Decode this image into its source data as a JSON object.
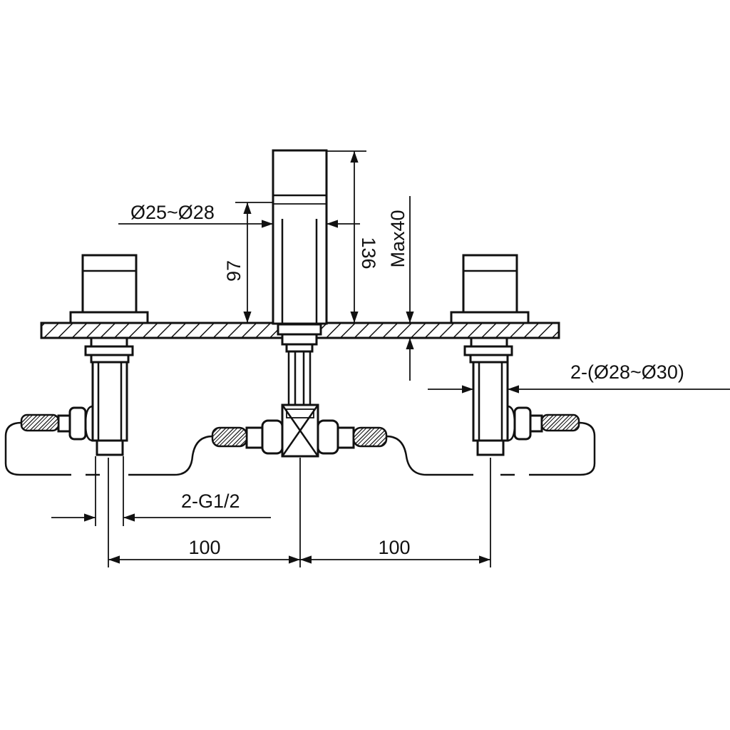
{
  "drawing": {
    "dimensions": {
      "spout_diameter": "Ø25~Ø28",
      "spout_height_above_deck": "97",
      "spout_total_height": "136",
      "deck_thickness": "Max40",
      "handle_hole_diameter": "2-(Ø28~Ø30)",
      "inlet_thread": "2-G1/2",
      "left_spacing": "100",
      "right_spacing": "100"
    },
    "components": [
      "spout",
      "left-handle",
      "right-handle",
      "countertop",
      "t-connector",
      "hoses"
    ]
  }
}
